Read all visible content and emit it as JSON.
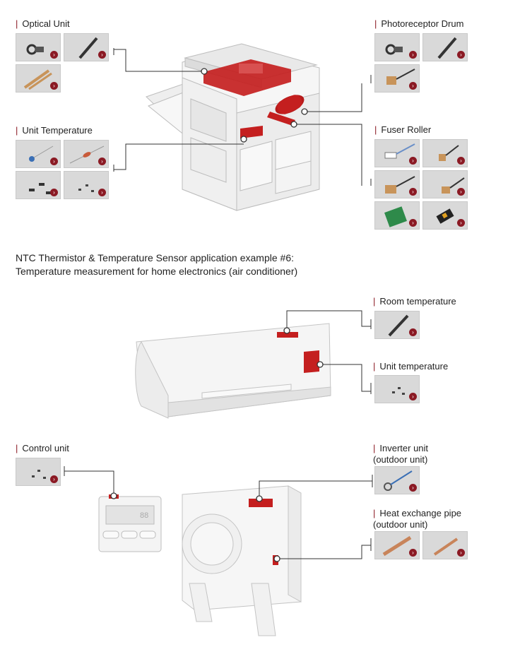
{
  "copier": {
    "sections": [
      {
        "id": "optical",
        "label": "Optical Unit"
      },
      {
        "id": "unit-temp",
        "label": "Unit Temperature"
      },
      {
        "id": "drum",
        "label": "Photoreceptor Drum"
      },
      {
        "id": "fuser",
        "label": "Fuser Roller"
      }
    ]
  },
  "caption": {
    "line1": "NTC Thermistor & Temperature Sensor application example #6:",
    "line2": "Temperature measurement for home electronics (air conditioner)"
  },
  "aircon": {
    "sections": [
      {
        "id": "room",
        "label": "Room temperature"
      },
      {
        "id": "ac-unit",
        "label": "Unit temperature"
      },
      {
        "id": "control",
        "label": "Control unit"
      },
      {
        "id": "inverter",
        "label": "Inverter unit (outdoor unit)"
      },
      {
        "id": "heat",
        "label": "Heat exchange pipe (outdoor unit)"
      }
    ],
    "display_readout": "88"
  },
  "colors": {
    "accent": "#8b1a24",
    "highlight": "#c41f1f",
    "thumb_bg": "#d9d9d9"
  },
  "icons": {
    "arrow": "›"
  }
}
